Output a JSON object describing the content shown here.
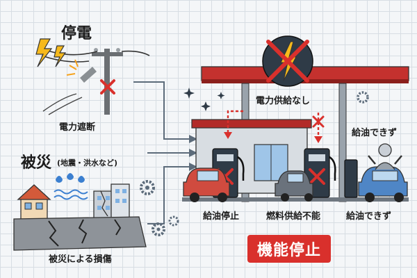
{
  "left": {
    "blackout": {
      "title": "停電",
      "caption": "電力遮断"
    },
    "disaster": {
      "title": "被災",
      "subtitle": "(地震・洪水など)",
      "caption": "被災による損傷"
    }
  },
  "station": {
    "top_label": "電力供給なし",
    "labels": {
      "left": "給油停止",
      "center": "燃料供給不能",
      "right": "給油できず"
    },
    "person_label": "給油できず",
    "footer_label": "機能停止"
  },
  "colors": {
    "accent_red": "#d9302c",
    "station_red": "#c4312e",
    "steel": "#5c6b7a",
    "pump_dark": "#2f3b47",
    "car_red": "#d04b3f",
    "car_blue": "#4f86c6",
    "car_gray": "#6a727c",
    "lightning": "#f6b91c"
  }
}
